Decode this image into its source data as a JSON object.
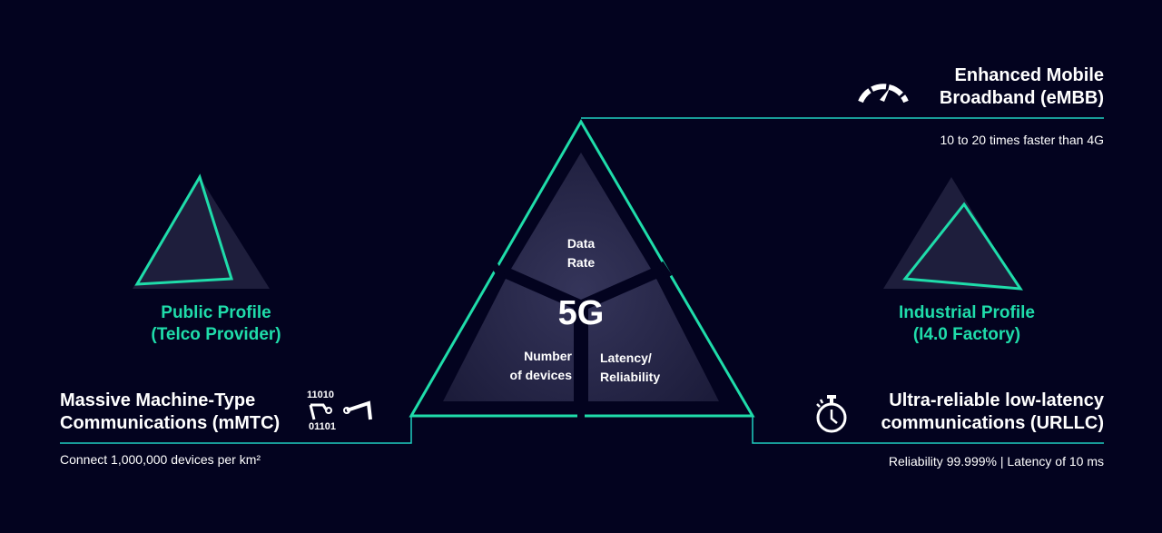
{
  "colors": {
    "background": "#03031f",
    "accent": "#1fdcaa",
    "text": "#ffffff",
    "panel": "#1e1e3c"
  },
  "center": {
    "label": "5G",
    "segments": {
      "top": [
        "Data",
        "Rate"
      ],
      "left": [
        "Number",
        "of devices"
      ],
      "right": [
        "Latency/",
        "Reliability"
      ]
    }
  },
  "embb": {
    "icon": "speedometer-icon",
    "title_line1": "Enhanced Mobile",
    "title_line2": "Broadband (eMBB)",
    "description": "10 to 20 times faster than 4G"
  },
  "mmtc": {
    "icon": "robot-arm-binary-icon",
    "icon_bits_top": "11010",
    "icon_bits_bottom": "01101",
    "title_line1": "Massive Machine-Type",
    "title_line2": "Communications (mMTC)",
    "description": "Connect 1,000,000 devices per km²"
  },
  "urllc": {
    "icon": "stopwatch-icon",
    "title_line1": "Ultra-reliable low-latency",
    "title_line2": "communications (URLLC)",
    "description": "Reliability 99.999% | Latency of 10 ms"
  },
  "profiles": {
    "public": {
      "line1": "Public Profile",
      "line2": "(Telco Provider)"
    },
    "industrial": {
      "line1": "Industrial Profile",
      "line2": "(I4.0 Factory)"
    }
  }
}
